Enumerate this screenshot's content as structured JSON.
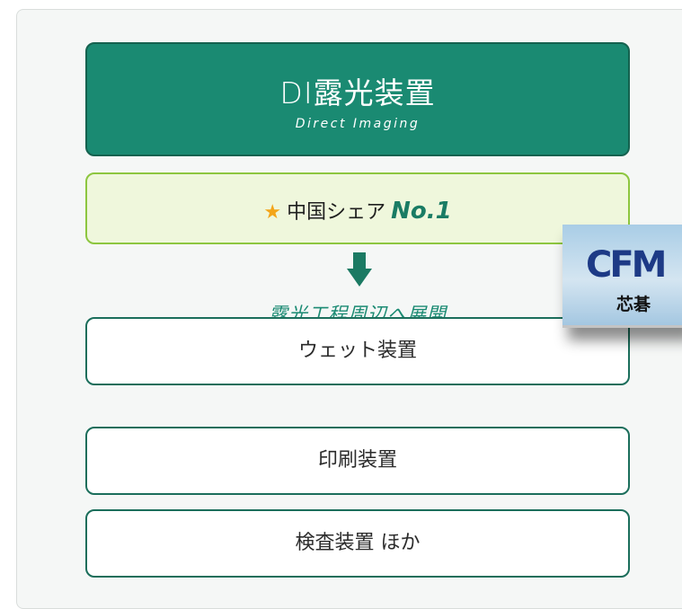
{
  "main": {
    "title": "DI露光装置",
    "subtitle": "Direct Imaging"
  },
  "share": {
    "star_icon": "star-icon",
    "label": "中国シェア",
    "highlight": "No.1",
    "star_color": "#f3a51a"
  },
  "arrow": {
    "icon": "arrow-down-icon",
    "color": "#1b7a63"
  },
  "expand_label": "露光工程周辺へ展開",
  "items": [
    {
      "label": "ウェット装置"
    },
    {
      "label": "印刷装置"
    },
    {
      "label": "検査装置 ほか"
    }
  ],
  "logo": {
    "mark": "CFM",
    "text": "芯碁"
  },
  "colors": {
    "primary_green": "#1a8a72",
    "accent_lime": "#8dc63f",
    "panel_bg": "#f5f7f6"
  }
}
